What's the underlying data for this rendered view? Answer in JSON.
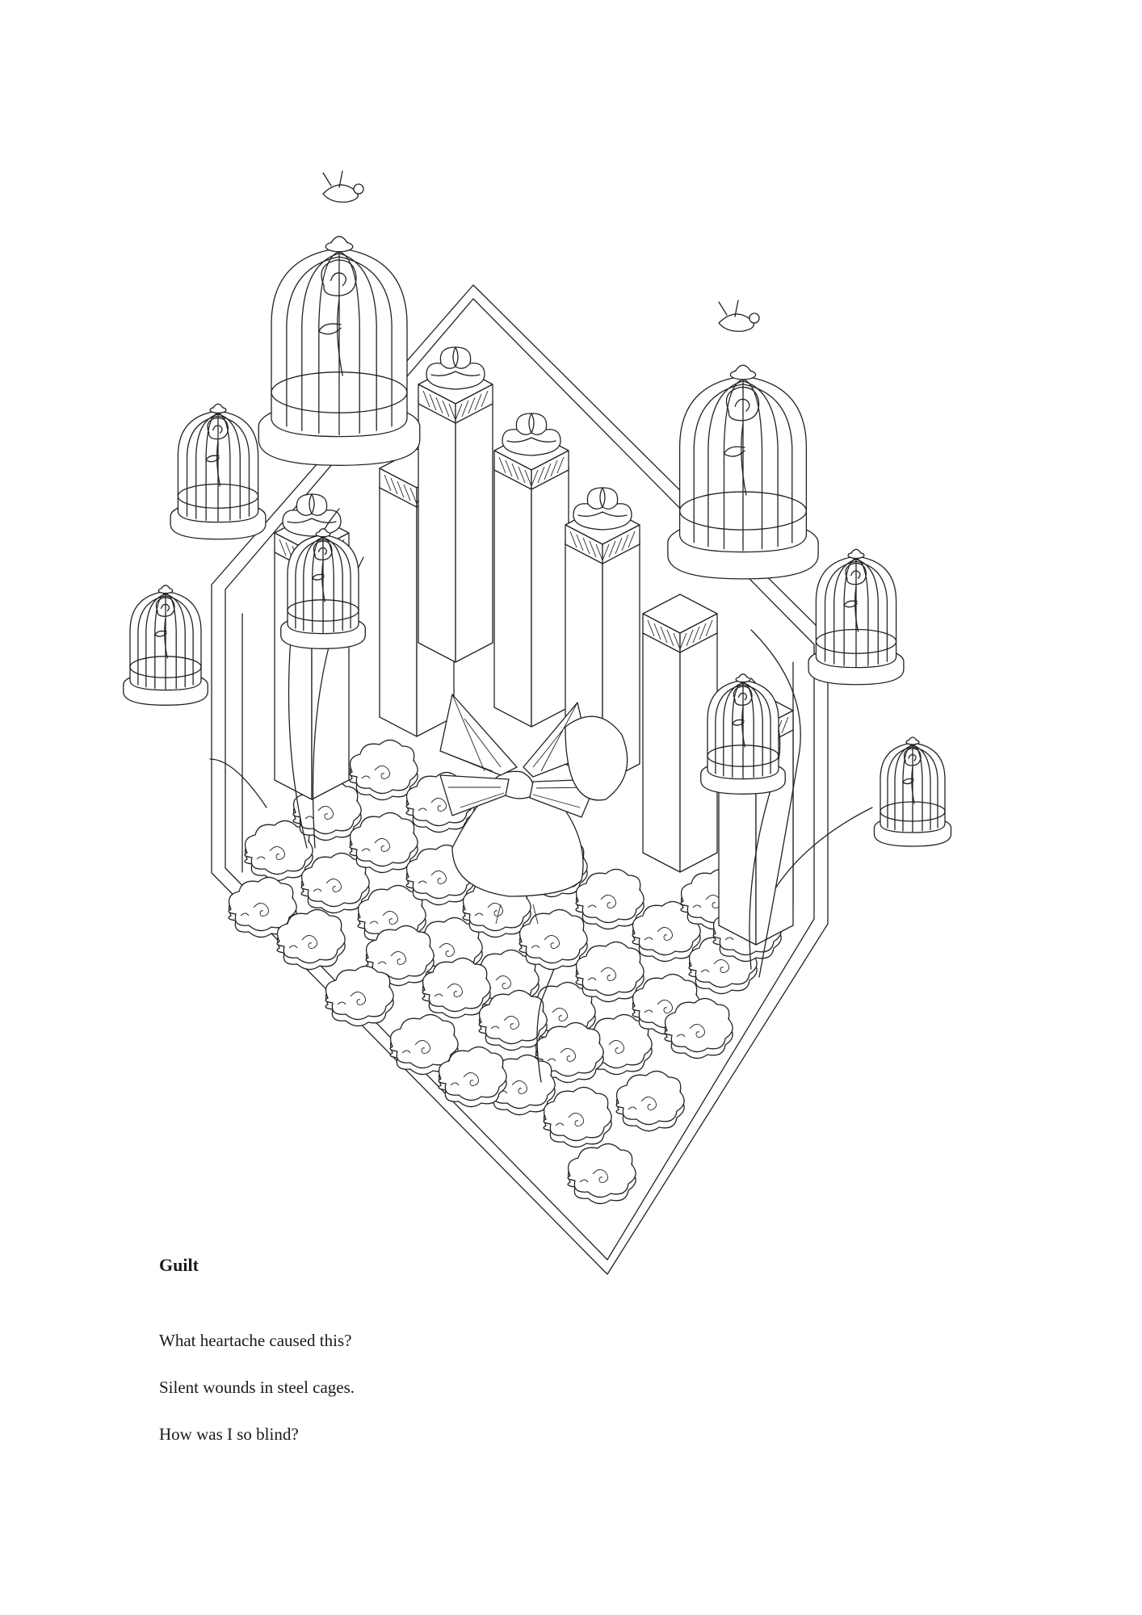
{
  "poem": {
    "title": "Guilt",
    "lines": [
      "What heartache caused this?",
      "Silent wounds in steel cages.",
      "How was I so blind?"
    ]
  },
  "illustration": {
    "style": "black line art",
    "stroke_color": "#222222",
    "background_color": "#ffffff"
  }
}
